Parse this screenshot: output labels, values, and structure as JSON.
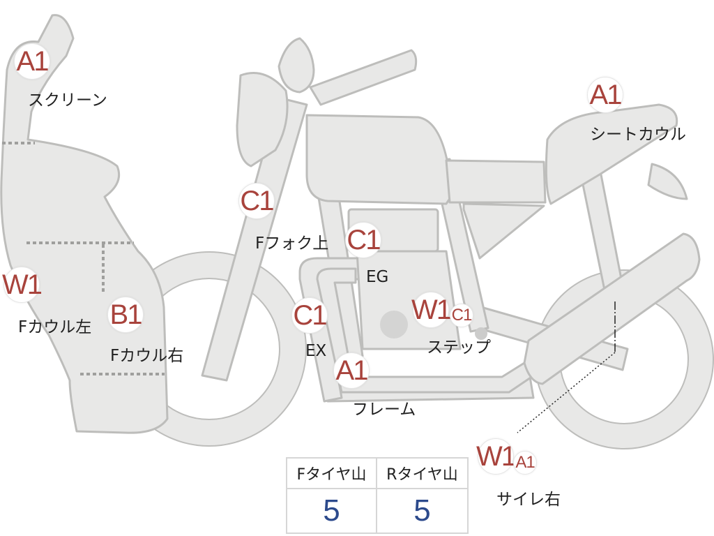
{
  "colors": {
    "part_fill": "#e8e8e7",
    "part_stroke": "#bdbdbb",
    "grade_text": "#a8433c",
    "value_text": "#2c4a8c"
  },
  "markers": [
    {
      "id": "screen",
      "grade": "A1",
      "label": "スクリーン"
    },
    {
      "id": "fcowl-l",
      "grade": "W1",
      "label": "Fカウル左"
    },
    {
      "id": "fcowl-r",
      "grade": "B1",
      "label": "Fカウル右"
    },
    {
      "id": "ffork",
      "grade": "C1",
      "label": "Fフォク上"
    },
    {
      "id": "eg",
      "grade": "C1",
      "label": "EG"
    },
    {
      "id": "ex",
      "grade": "C1",
      "label": "EX"
    },
    {
      "id": "frame",
      "grade": "A1",
      "label": "フレーム"
    },
    {
      "id": "step",
      "grade": "W1",
      "grade2": "C1",
      "label": "ステップ"
    },
    {
      "id": "seat",
      "grade": "A1",
      "label": "シートカウル"
    },
    {
      "id": "muffler",
      "grade": "W1",
      "grade2": "A1",
      "label": "サイレ右"
    }
  ],
  "tire_table": {
    "headers": [
      "Fタイヤ山",
      "Rタイヤ山"
    ],
    "values": [
      "5",
      "5"
    ]
  }
}
